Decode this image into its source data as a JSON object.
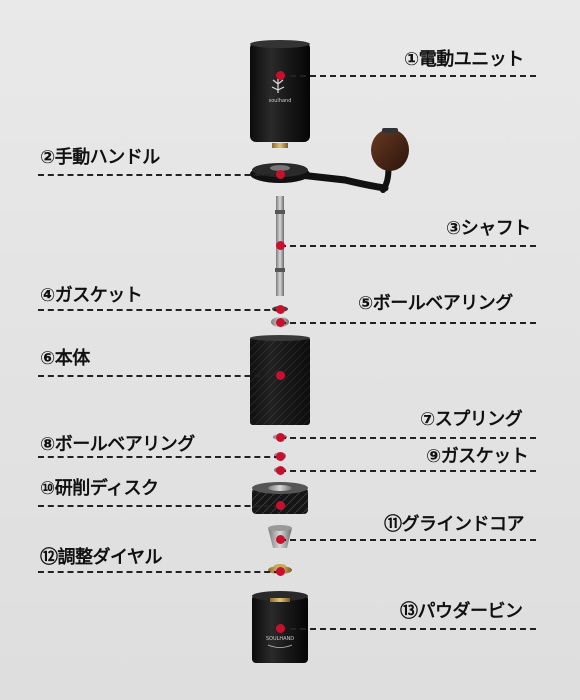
{
  "parts": [
    {
      "label": "①電動ユニット"
    },
    {
      "label": "②手動ハンドル"
    },
    {
      "label": "③シャフト"
    },
    {
      "label": "④ガスケット"
    },
    {
      "label": "⑤ボールベアリング"
    },
    {
      "label": "⑥本体"
    },
    {
      "label": "⑦スプリング"
    },
    {
      "label": "⑧ボールベアリング"
    },
    {
      "label": "⑨ガスケット"
    },
    {
      "label": "⑩研削ディスク"
    },
    {
      "label": "⑪グラインドコア"
    },
    {
      "label": "⑫調整ダイヤル"
    },
    {
      "label": "⑬パウダービン"
    }
  ],
  "brand": {
    "unit_logo": "soulhand",
    "bin_logo": "SOULHAND"
  }
}
